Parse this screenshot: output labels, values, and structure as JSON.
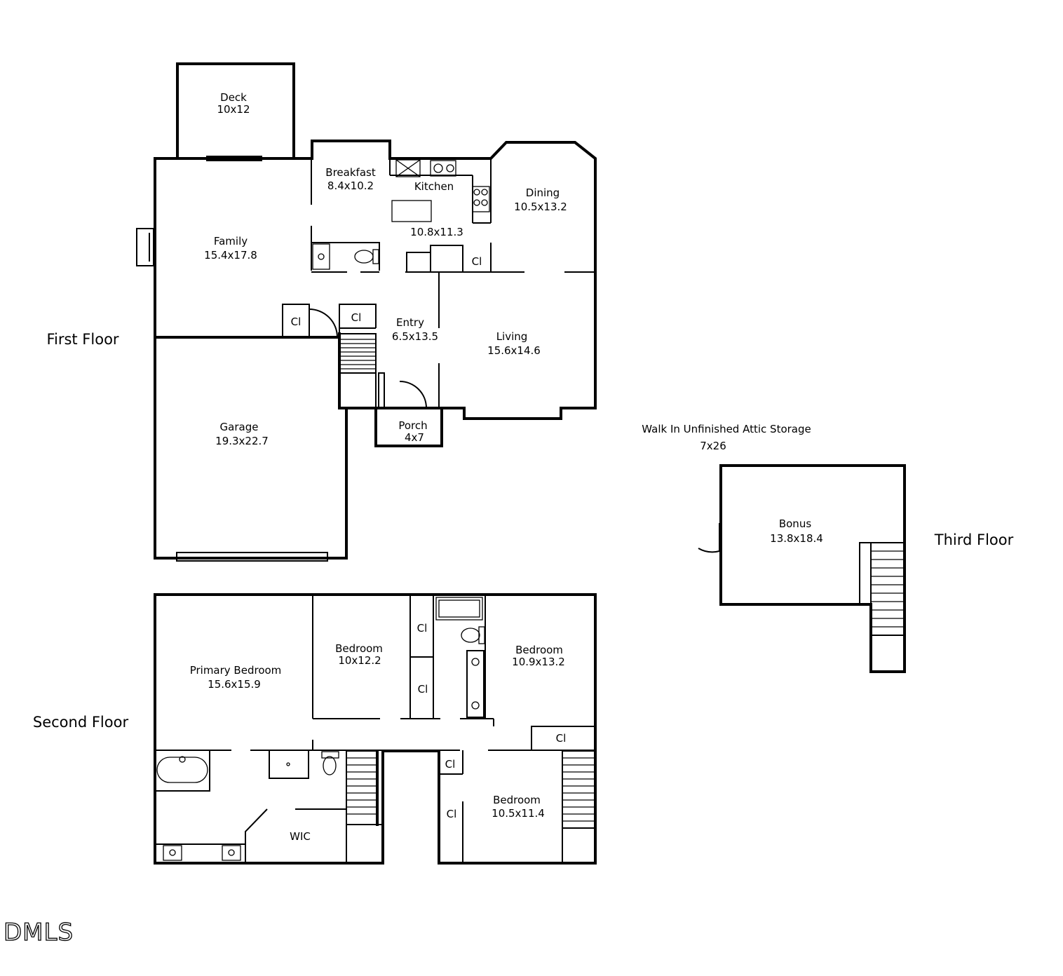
{
  "floors": {
    "first": "First Floor",
    "second": "Second Floor",
    "third": "Third Floor"
  },
  "rooms": {
    "deck": {
      "name": "Deck",
      "size": "10x12"
    },
    "breakfast": {
      "name": "Breakfast",
      "size": "8.4x10.2"
    },
    "kitchen": {
      "name": "Kitchen",
      "size": "10.8x11.3"
    },
    "dining": {
      "name": "Dining",
      "size": "10.5x13.2"
    },
    "family": {
      "name": "Family",
      "size": "15.4x17.8"
    },
    "entry": {
      "name": "Entry",
      "size": "6.5x13.5"
    },
    "living": {
      "name": "Living",
      "size": "15.6x14.6"
    },
    "garage": {
      "name": "Garage",
      "size": "19.3x22.7"
    },
    "porch": {
      "name": "Porch",
      "size": "4x7"
    },
    "primary_bedroom": {
      "name": "Primary Bedroom",
      "size": "15.6x15.9"
    },
    "bedroom_2": {
      "name": "Bedroom",
      "size": "10x12.2"
    },
    "bedroom_3": {
      "name": "Bedroom",
      "size": "10.9x13.2"
    },
    "bedroom_4": {
      "name": "Bedroom",
      "size": "10.5x11.4"
    },
    "wic": {
      "name": "WIC"
    },
    "bonus": {
      "name": "Bonus",
      "size": "13.8x18.4"
    }
  },
  "closet_label": "Cl",
  "attic": {
    "name": "Walk In Unfinished Attic Storage",
    "size": "7x26"
  },
  "logo": "DMLS"
}
